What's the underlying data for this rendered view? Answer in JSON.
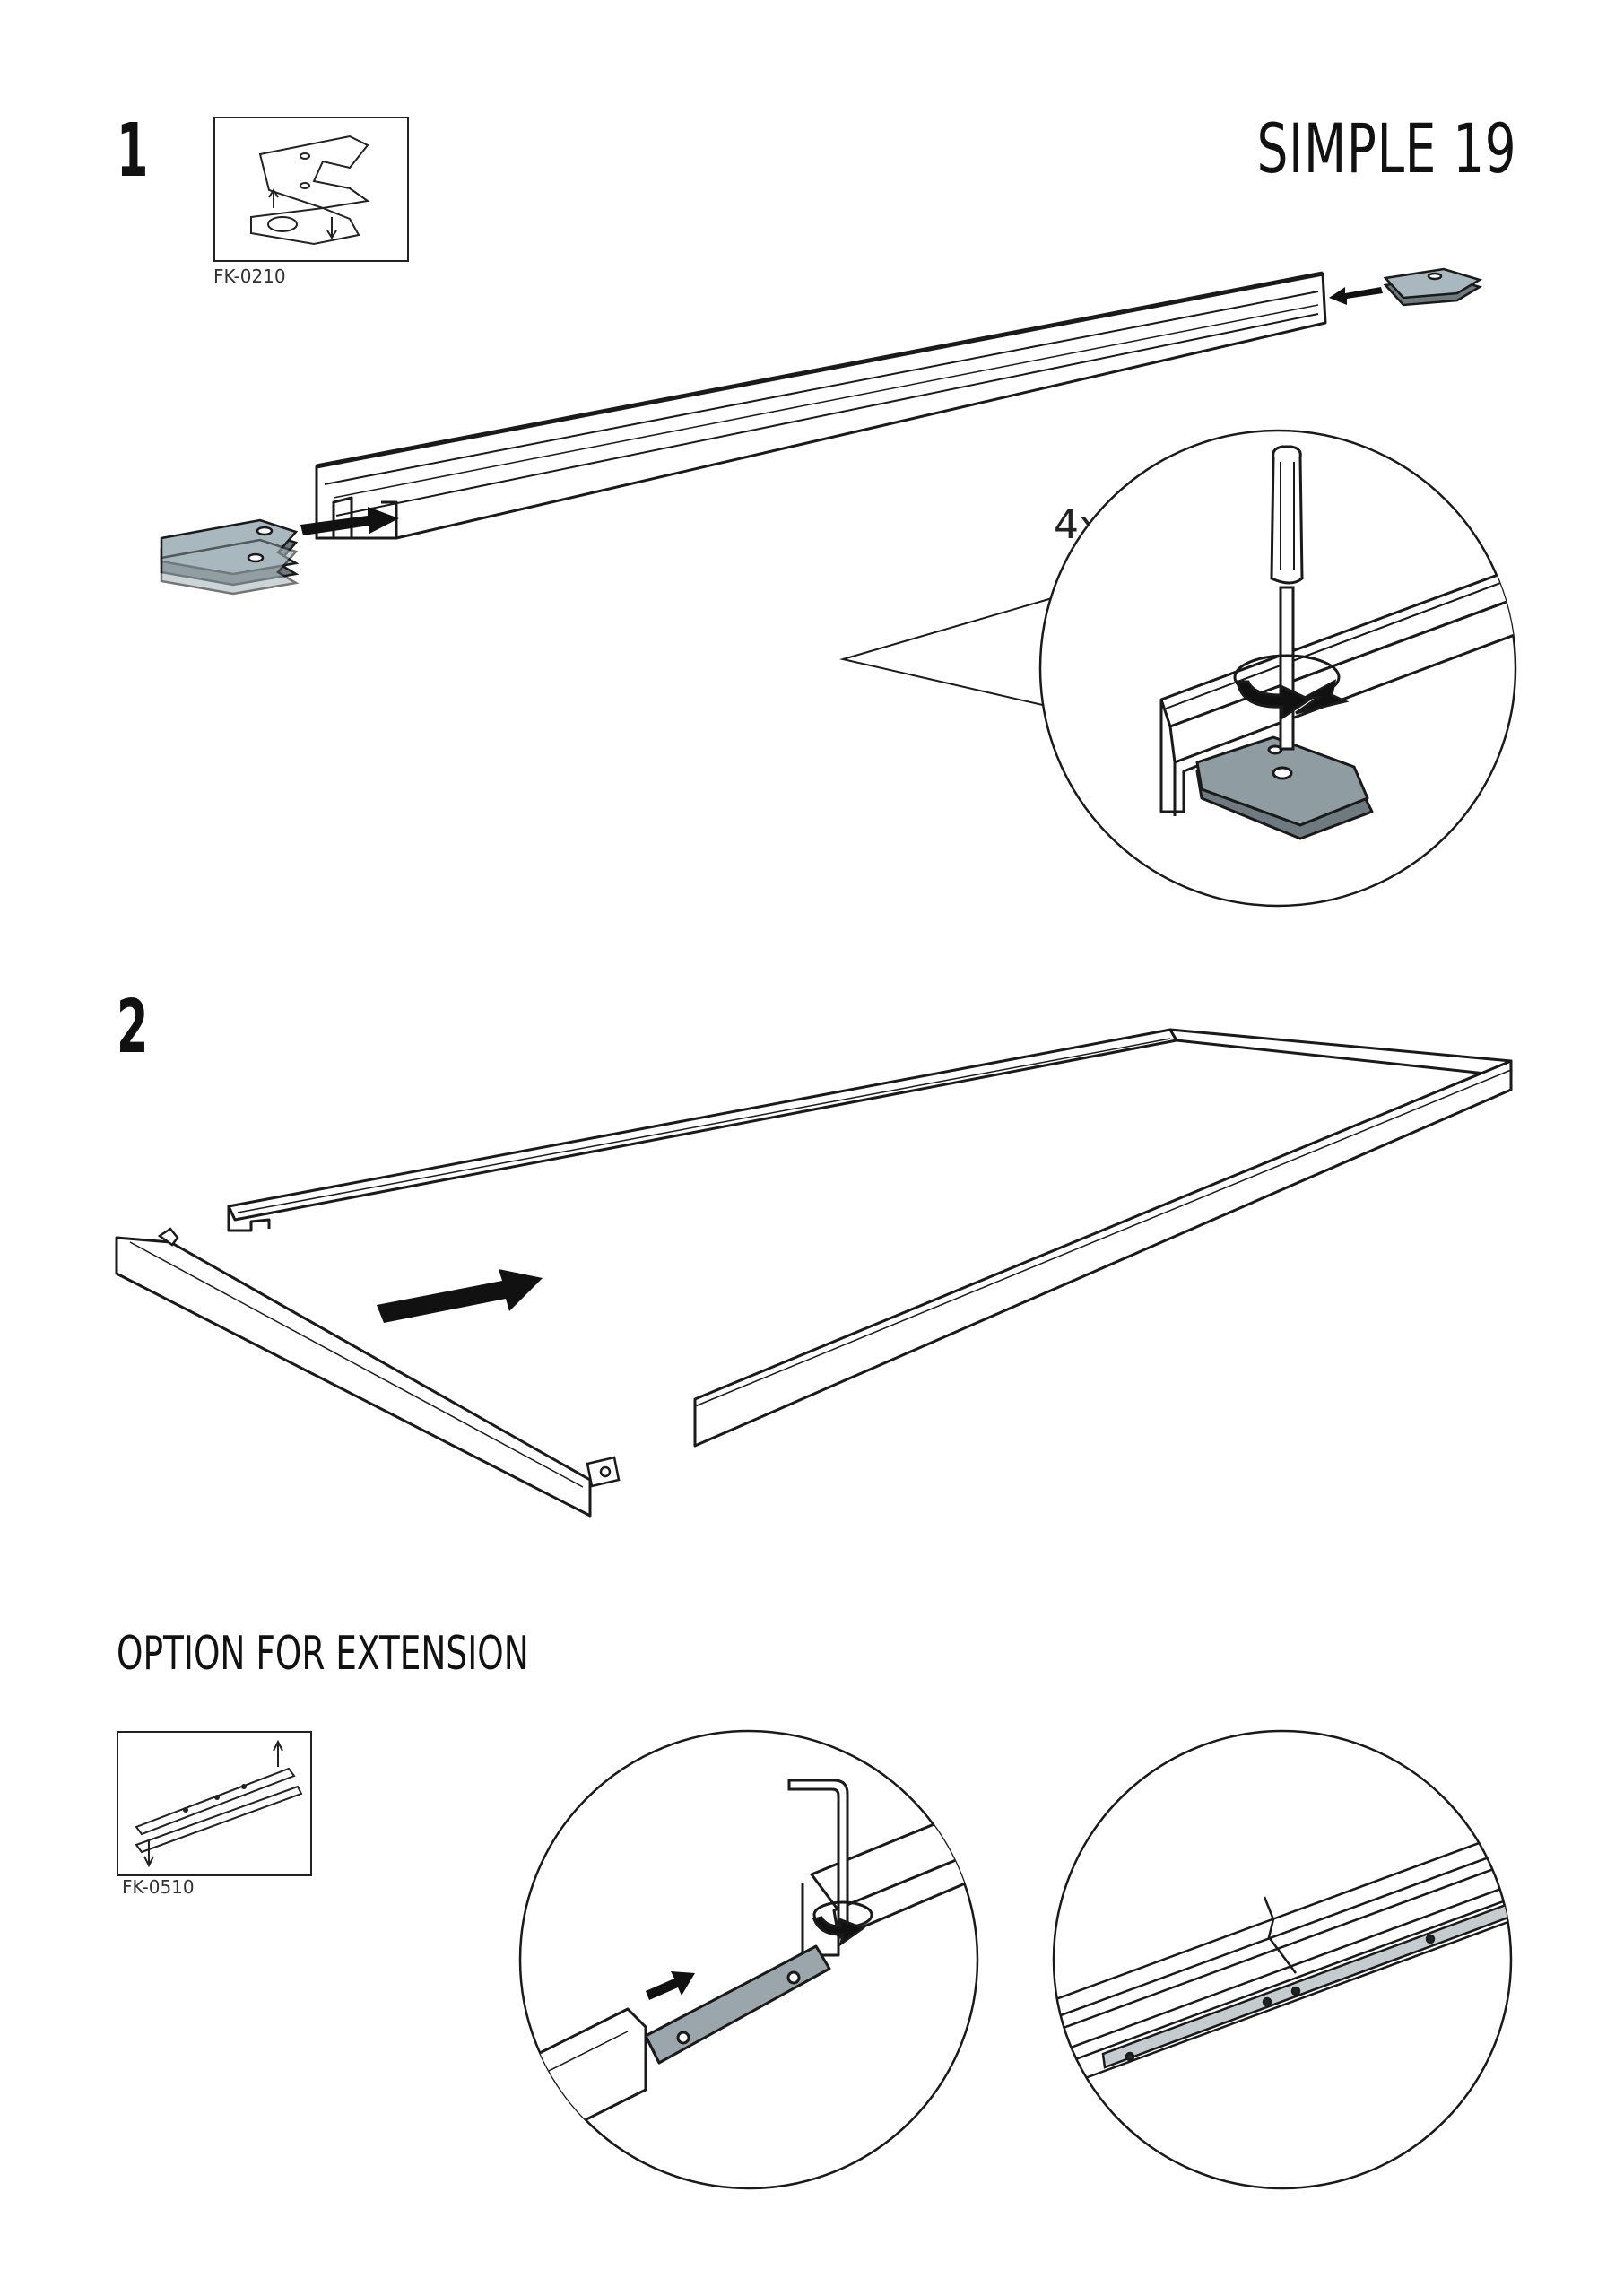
{
  "header": {
    "product_title": "SIMPLE 19"
  },
  "steps": [
    {
      "number": "1",
      "part_code": "FK-0210",
      "quantity_callout": "4x"
    },
    {
      "number": "2"
    }
  ],
  "option": {
    "heading": "OPTION FOR EXTENSION",
    "part_code": "FK-0510"
  },
  "colors": {
    "line": "#1a1a1a",
    "bracket_fill": "#a9b8be",
    "bracket_dark": "#6f7a80",
    "arrow": "#111111"
  },
  "icons": [
    "bracket-icon",
    "screwdriver-icon",
    "allen-key-icon",
    "rotation-arrow-icon",
    "push-arrow-icon"
  ]
}
